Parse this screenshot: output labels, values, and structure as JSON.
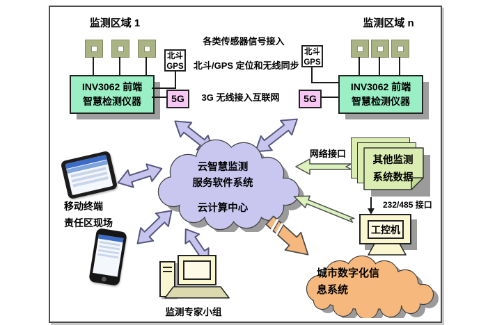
{
  "area1": {
    "title": "监测区域 1",
    "gps_line1": "北斗",
    "gps_line2": "GPS",
    "g5": "5G",
    "device_line1": "INV3062 前端",
    "device_line2": "智慧检测仪器"
  },
  "arean": {
    "title": "监测区域 n",
    "gps_line1": "北斗",
    "gps_line2": "GPS",
    "g5": "5G",
    "device_line1": "INV3062 前端",
    "device_line2": "智慧检测仪器"
  },
  "labels": {
    "sensor_access": "各类传感器信号接入",
    "gps_sync": "北斗/GPS 定位和无线同步",
    "wireless": "3G 无线接入互联网",
    "network_if": "网络接口",
    "serial_if": "232/485 接口"
  },
  "cloud": {
    "line1": "云智慧监测",
    "line2": "服务软件系统",
    "line3": "云计算中心"
  },
  "other_systems": {
    "line1": "其他监测",
    "line2": "系统数据"
  },
  "ipc": {
    "label": "工控机"
  },
  "city_cloud": {
    "line1": "城市数字化信",
    "line2": "息系统"
  },
  "mobile": {
    "line1": "移动终端",
    "line2": "责任区现场"
  },
  "expert": {
    "label": "监测专家小组"
  },
  "colors": {
    "device_box": "#9af0c4",
    "sensor": "#a9b383",
    "g5_box": "#f7c7f3",
    "cloud_purple": "#c9c7f0",
    "arrow_purple": "#c7c5ee",
    "arrow_green": "#dcf2bd",
    "paper_green": "#dcedb2",
    "city_orange": "#f6b87c",
    "device_yellow": "#f9f6d0",
    "shadow_gray": "#9b9b9b"
  }
}
